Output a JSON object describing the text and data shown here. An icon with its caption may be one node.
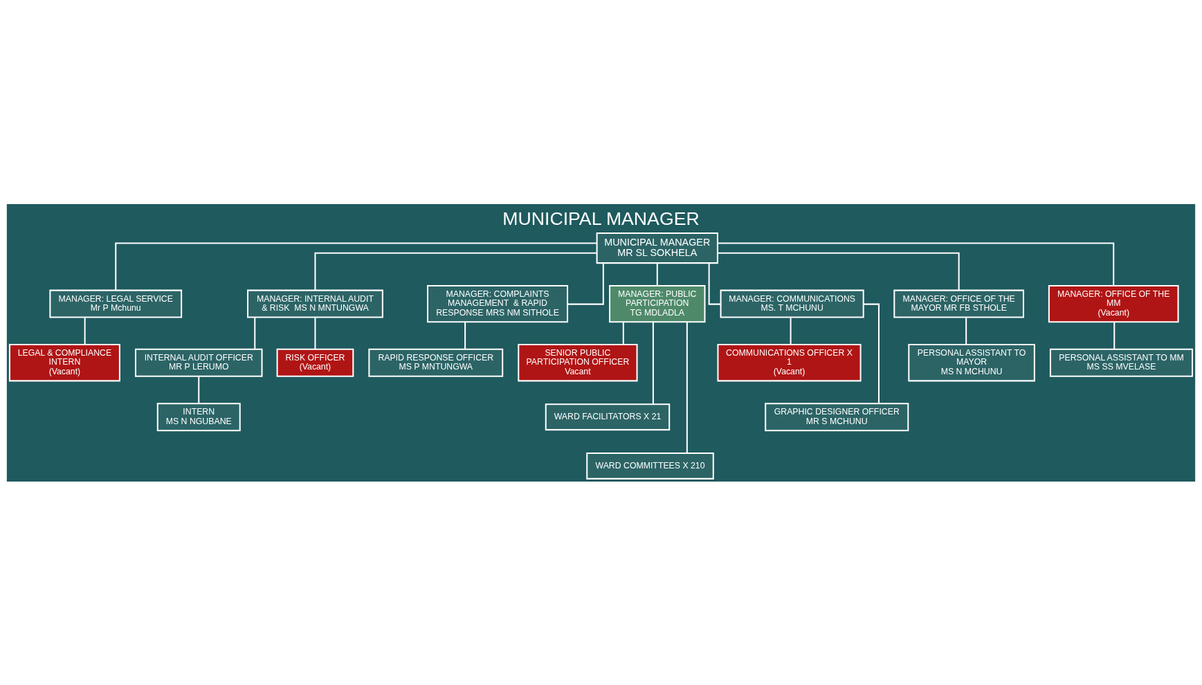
{
  "diagram": {
    "title": "MUNICIPAL MANAGER",
    "nodes": [
      {
        "text": [
          "MUNICIPAL MANAGER",
          "MR SL SOKHELA"
        ]
      },
      {
        "text": [
          "MANAGER: LEGAL SERVICE",
          "Mr P Mchunu"
        ]
      },
      {
        "text": [
          "MANAGER: INTERNAL AUDIT & RISK  MS N MNTUNGWA"
        ]
      },
      {
        "text": [
          "MANAGER: COMPLAINTS MANAGEMENT  & RAPID RESPONSE MRS NM SITHOLE"
        ]
      },
      {
        "text": [
          "MANAGER: PUBLIC PARTICIPATION",
          "TG MDLADLA"
        ]
      },
      {
        "text": [
          "MANAGER: COMMUNICATIONS",
          "MS. T MCHUNU"
        ]
      },
      {
        "text": [
          "MANAGER: OFFICE OF THE MAYOR MR FB STHOLE"
        ]
      },
      {
        "text": [
          "MANAGER: OFFICE OF THE MM",
          "(Vacant)"
        ]
      },
      {
        "text": [
          "LEGAL & COMPLIANCE INTERN",
          "(Vacant)"
        ]
      },
      {
        "text": [
          "INTERNAL AUDIT OFFICER",
          "MR P LERUMO"
        ]
      },
      {
        "text": [
          "RISK OFFICER",
          "(Vacant)"
        ]
      },
      {
        "text": [
          "INTERN",
          "MS N NGUBANE"
        ]
      },
      {
        "text": [
          "RAPID RESPONSE OFFICER MS P MNTUNGWA"
        ]
      },
      {
        "text": [
          "SENIOR PUBLIC PARTICIPATION OFFICER",
          "Vacant"
        ]
      },
      {
        "text": [
          "WARD FACILITATORS X 21"
        ]
      },
      {
        "text": [
          "WARD COMMITTEES X 210"
        ]
      },
      {
        "text": [
          "COMMUNICATIONS OFFICER X 1",
          "(Vacant)"
        ]
      },
      {
        "text": [
          "GRAPHIC DESIGNER OFFICER",
          "MR S MCHUNU"
        ]
      },
      {
        "text": [
          "PERSONAL ASSISTANT TO MAYOR",
          "MS N MCHUNU"
        ]
      },
      {
        "text": [
          "PERSONAL ASSISTANT TO MM MS SS MVELASE"
        ]
      }
    ],
    "edges": [
      {
        "from": 0,
        "to": 1,
        "arrow": "none"
      },
      {
        "from": 0,
        "to": 2,
        "arrow": "none"
      },
      {
        "from": 0,
        "to": 3,
        "arrow": "none"
      },
      {
        "from": 0,
        "to": 4,
        "arrow": "none"
      },
      {
        "from": 0,
        "to": 5,
        "arrow": "none"
      },
      {
        "from": 0,
        "to": 6,
        "arrow": "none"
      },
      {
        "from": 0,
        "to": 7,
        "arrow": "none"
      },
      {
        "from": 1,
        "to": 8,
        "arrow": "none"
      },
      {
        "from": 2,
        "to": 9,
        "arrow": "none"
      },
      {
        "from": 2,
        "to": 10,
        "arrow": "none"
      },
      {
        "from": 9,
        "to": 11,
        "arrow": "none"
      },
      {
        "from": 3,
        "to": 12,
        "arrow": "none"
      },
      {
        "from": 4,
        "to": 13,
        "arrow": "none"
      },
      {
        "from": 4,
        "to": 14,
        "arrow": "none"
      },
      {
        "from": 4,
        "to": 15,
        "arrow": "none"
      },
      {
        "from": 5,
        "to": 16,
        "arrow": "none"
      },
      {
        "from": 5,
        "to": 17,
        "arrow": "none"
      },
      {
        "from": 6,
        "to": 18,
        "arrow": "none"
      },
      {
        "from": 7,
        "to": 19,
        "arrow": "none"
      }
    ]
  }
}
